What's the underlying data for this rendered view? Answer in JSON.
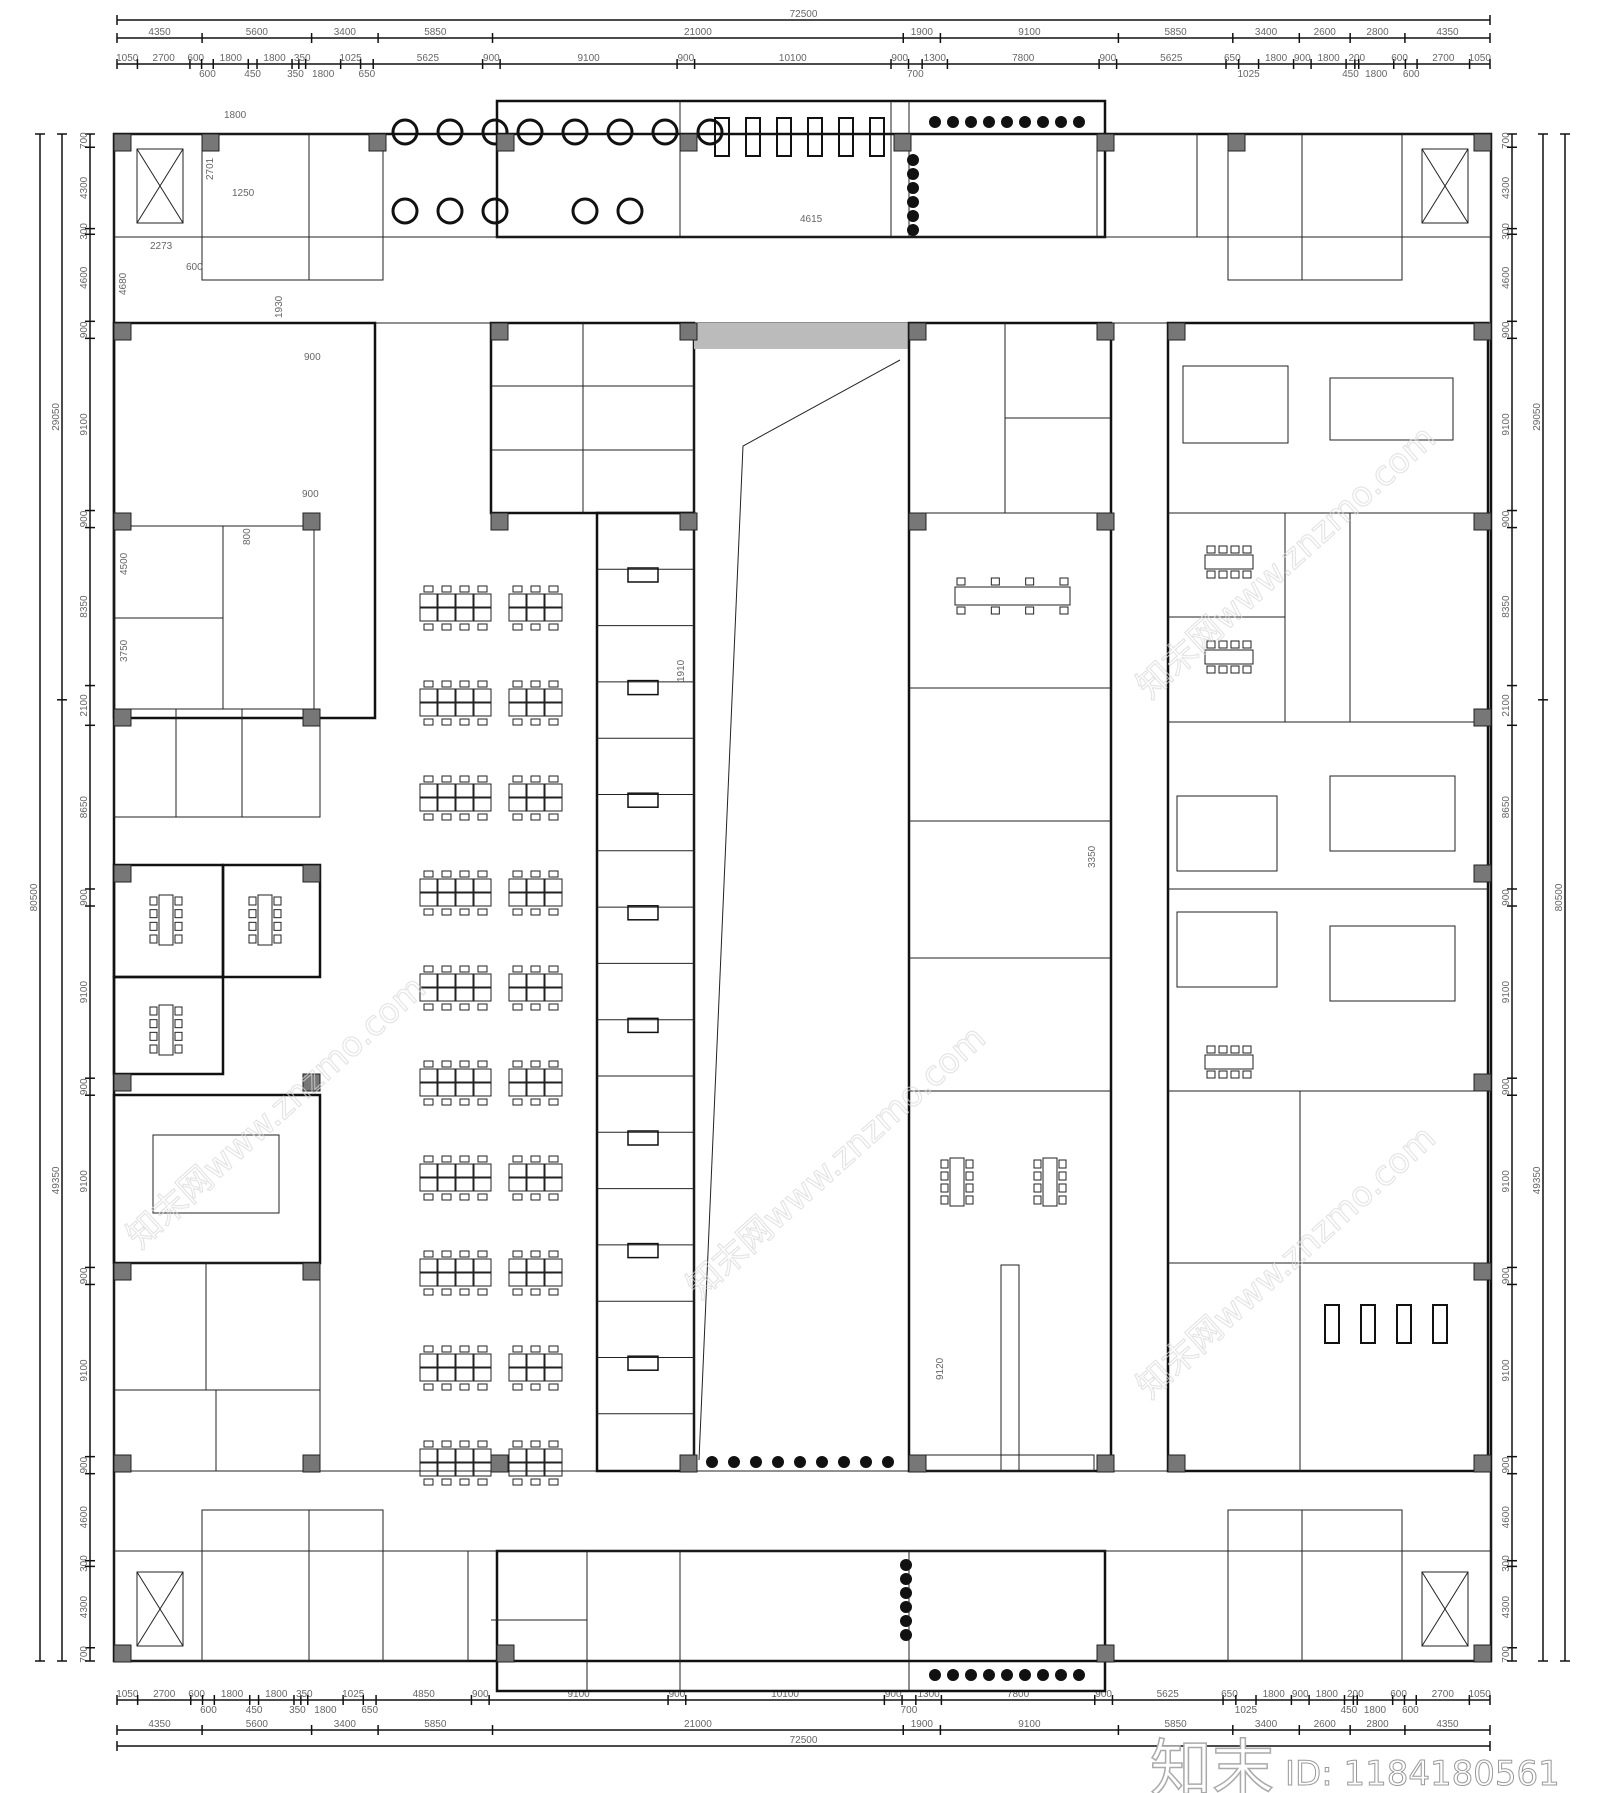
{
  "dimensions": {
    "top": {
      "overall": "72500",
      "row1": [
        "4350",
        "5600",
        "3400",
        "5850",
        "21000",
        "1900",
        "9100",
        "5850",
        "3400",
        "2600",
        "2800",
        "4350"
      ],
      "row2": [
        "1050",
        "2700",
        "600",
        "600",
        "1800",
        "450",
        "1800",
        "350",
        "350",
        "1800",
        "1025",
        "650",
        "5625",
        "900",
        "9100",
        "900",
        "10100",
        "900",
        "700",
        "1300",
        "7800",
        "900",
        "5625",
        "650",
        "1025",
        "1800",
        "900",
        "1800",
        "450",
        "200",
        "1800",
        "600",
        "600",
        "2700",
        "1050"
      ]
    },
    "bottom": {
      "overall": "72500",
      "row1": [
        "4350",
        "5600",
        "3400",
        "5850",
        "21000",
        "1900",
        "9100",
        "5850",
        "3400",
        "2600",
        "2800",
        "4350"
      ],
      "row2": [
        "1050",
        "2700",
        "600",
        "600",
        "1800",
        "450",
        "1800",
        "350",
        "350",
        "1800",
        "1025",
        "650",
        "4850",
        "900",
        "9100",
        "900",
        "10100",
        "900",
        "700",
        "1300",
        "7800",
        "900",
        "5625",
        "650",
        "1025",
        "1800",
        "900",
        "1800",
        "450",
        "200",
        "1800",
        "600",
        "600",
        "2700",
        "1050"
      ]
    },
    "left": {
      "overall": "80500",
      "row1": [
        "29050",
        "49350"
      ],
      "row2": [
        "700",
        "4300",
        "300",
        "4600",
        "900",
        "9100",
        "900",
        "8350",
        "2100",
        "8650",
        "900",
        "9100",
        "900",
        "9100",
        "900",
        "9100",
        "900",
        "4600",
        "300",
        "4300",
        "700"
      ]
    },
    "right": {
      "overall": "80500",
      "row1": [
        "29050",
        "49350"
      ],
      "row2": [
        "700",
        "4300",
        "300",
        "4600",
        "900",
        "9100",
        "900",
        "8350",
        "2100",
        "8650",
        "900",
        "9100",
        "900",
        "9100",
        "900",
        "9100",
        "900",
        "4600",
        "300",
        "4300",
        "700"
      ]
    }
  },
  "inner_dims": [
    "1800",
    "2701",
    "2273",
    "4680",
    "1930",
    "900",
    "900",
    "800",
    "4500",
    "3750",
    "4615",
    "9120",
    "3350",
    "1910",
    "600",
    "1250"
  ],
  "watermark": {
    "brand": "知末",
    "id": "ID: 1184180561",
    "tile": "知末网www.znzmo.com"
  }
}
